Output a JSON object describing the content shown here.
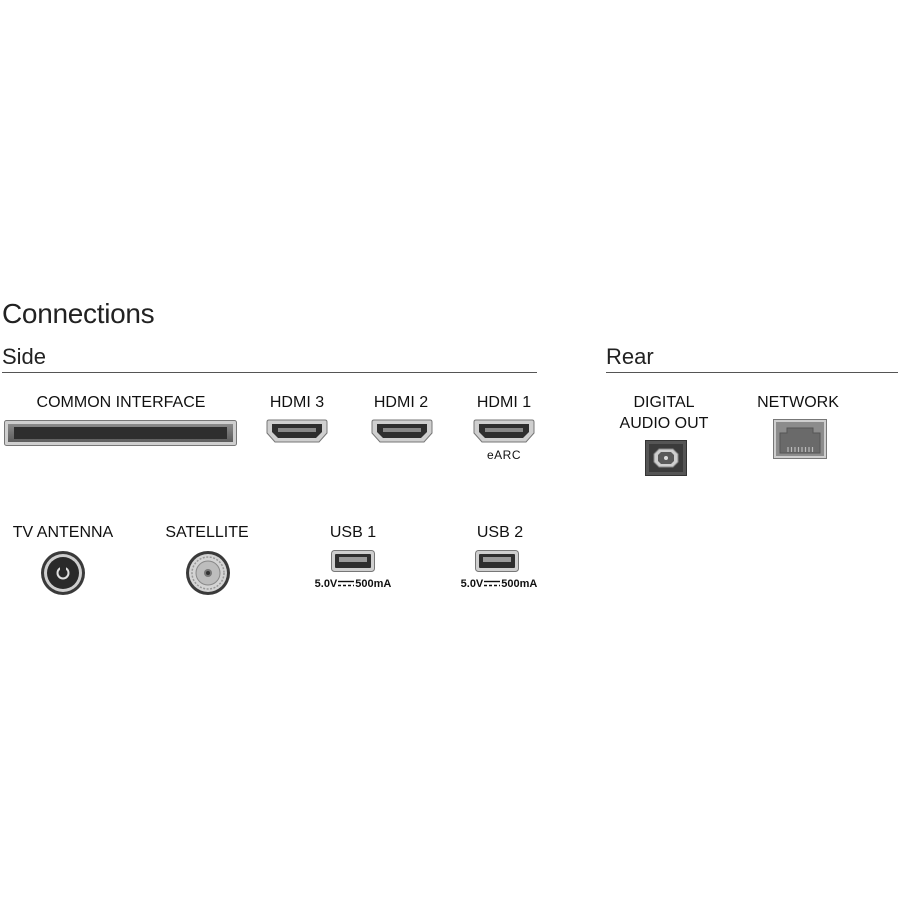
{
  "title": "Connections",
  "sections": {
    "side": "Side",
    "rear": "Rear"
  },
  "side_ports": {
    "common_interface": {
      "label": "COMMON INTERFACE"
    },
    "hdmi3": {
      "label": "HDMI 3"
    },
    "hdmi2": {
      "label": "HDMI 2"
    },
    "hdmi1": {
      "label": "HDMI 1",
      "sublabel": "eARC"
    },
    "tv_antenna": {
      "label": "TV ANTENNA"
    },
    "satellite": {
      "label": "SATELLITE"
    },
    "usb1": {
      "label": "USB 1",
      "spec_voltage": "5.0V",
      "spec_current": "500mA"
    },
    "usb2": {
      "label": "USB 2",
      "spec_voltage": "5.0V",
      "spec_current": "500mA"
    }
  },
  "rear_ports": {
    "digital_audio_out": {
      "label_line1": "DIGITAL",
      "label_line2": "AUDIO OUT"
    },
    "network": {
      "label": "NETWORK"
    }
  },
  "icons": {
    "common_interface": "ci-slot-icon",
    "hdmi": "hdmi-port-icon",
    "antenna": "coax-port-icon",
    "satellite": "f-connector-icon",
    "usb": "usb-port-icon",
    "optical": "optical-port-icon",
    "network": "ethernet-port-icon"
  }
}
